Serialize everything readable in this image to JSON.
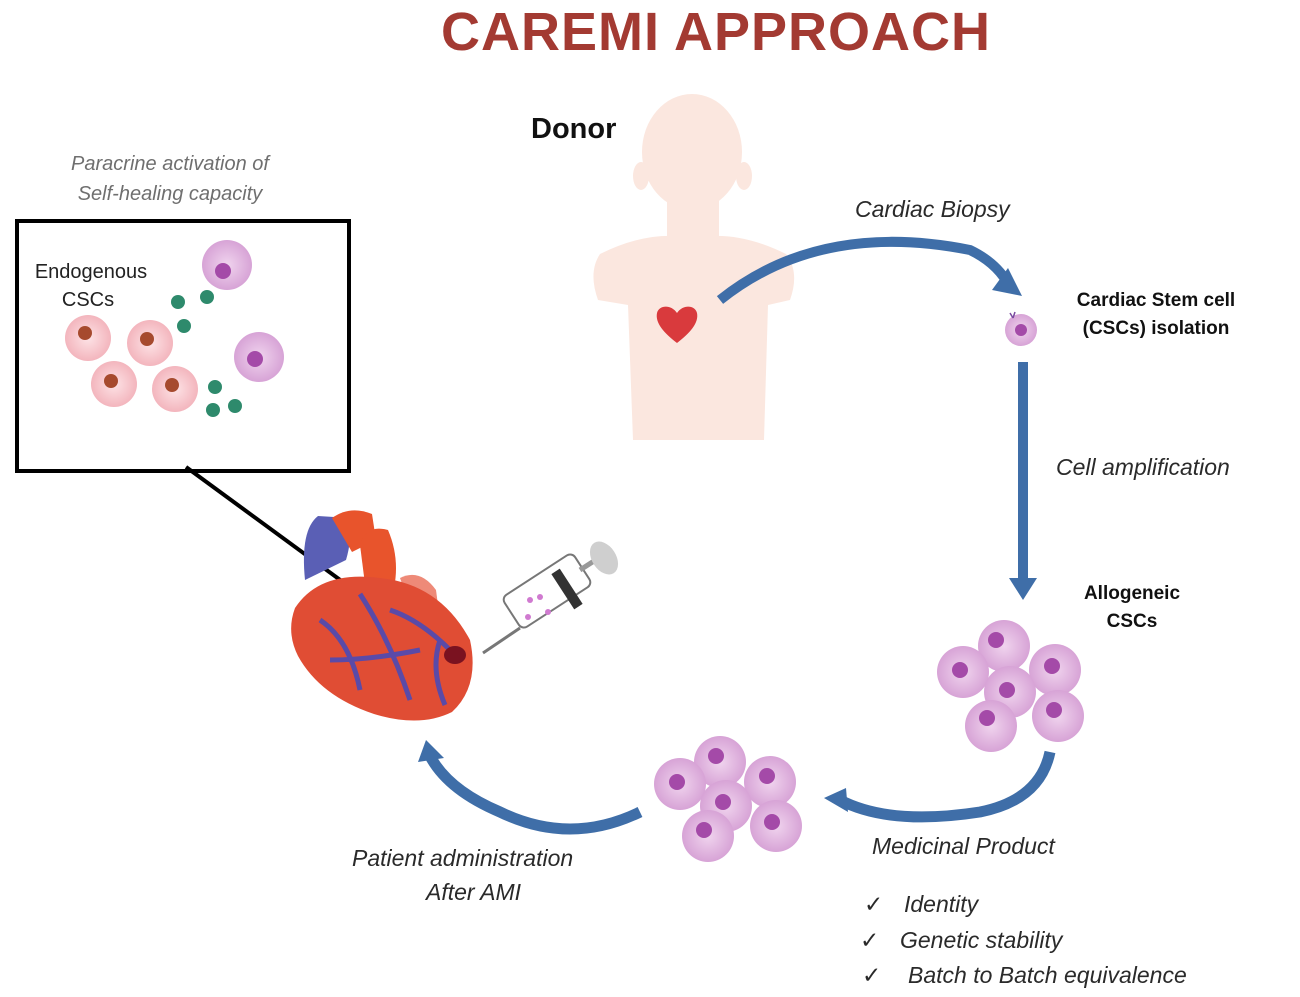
{
  "title": "CAREMI APPROACH",
  "donor_label": "Donor",
  "inset": {
    "caption_line1": "Paracrine activation of",
    "caption_line2": "Self-healing capacity",
    "endogenous_line1": "Endogenous",
    "endogenous_line2": "CSCs"
  },
  "steps": {
    "biopsy": "Cardiac Biopsy",
    "isolation_line1": "Cardiac Stem cell",
    "isolation_line2": "(CSCs) isolation",
    "amplification": "Cell amplification",
    "allogeneic_line1": "Allogeneic",
    "allogeneic_line2": "CSCs",
    "medicinal": "Medicinal Product",
    "patient_line1": "Patient administration",
    "patient_line2": "After AMI"
  },
  "checks": [
    {
      "mark": "✓",
      "label": "Identity"
    },
    {
      "mark": "✓",
      "label": "Genetic stability"
    },
    {
      "mark": "✓",
      "label": "Batch to Batch equivalence"
    }
  ],
  "colors": {
    "title": "#a33a32",
    "arrow": "#3f6ea8",
    "body_silhouette": "#fbe7df",
    "heart_red": "#d93a3d",
    "cell_pink": "#f6bcc3",
    "cell_purple": "#d9a6d8",
    "nucleus_purple": "#a44aa8",
    "exosome_green": "#2e8a6c"
  }
}
